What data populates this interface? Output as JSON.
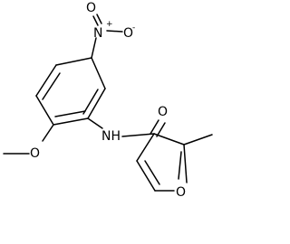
{
  "molecule": {
    "labels": {
      "nitro_nitrogen": "N",
      "nitro_nitrogen_charge": "+",
      "nitro_oxygen_top": "O",
      "nitro_oxygen_right": "O",
      "nitro_oxygen_right_charge": "-",
      "methoxy_oxygen": "O",
      "amide_nitrogen": "NH",
      "carbonyl_oxygen": "O",
      "furan_oxygen": "O"
    }
  }
}
